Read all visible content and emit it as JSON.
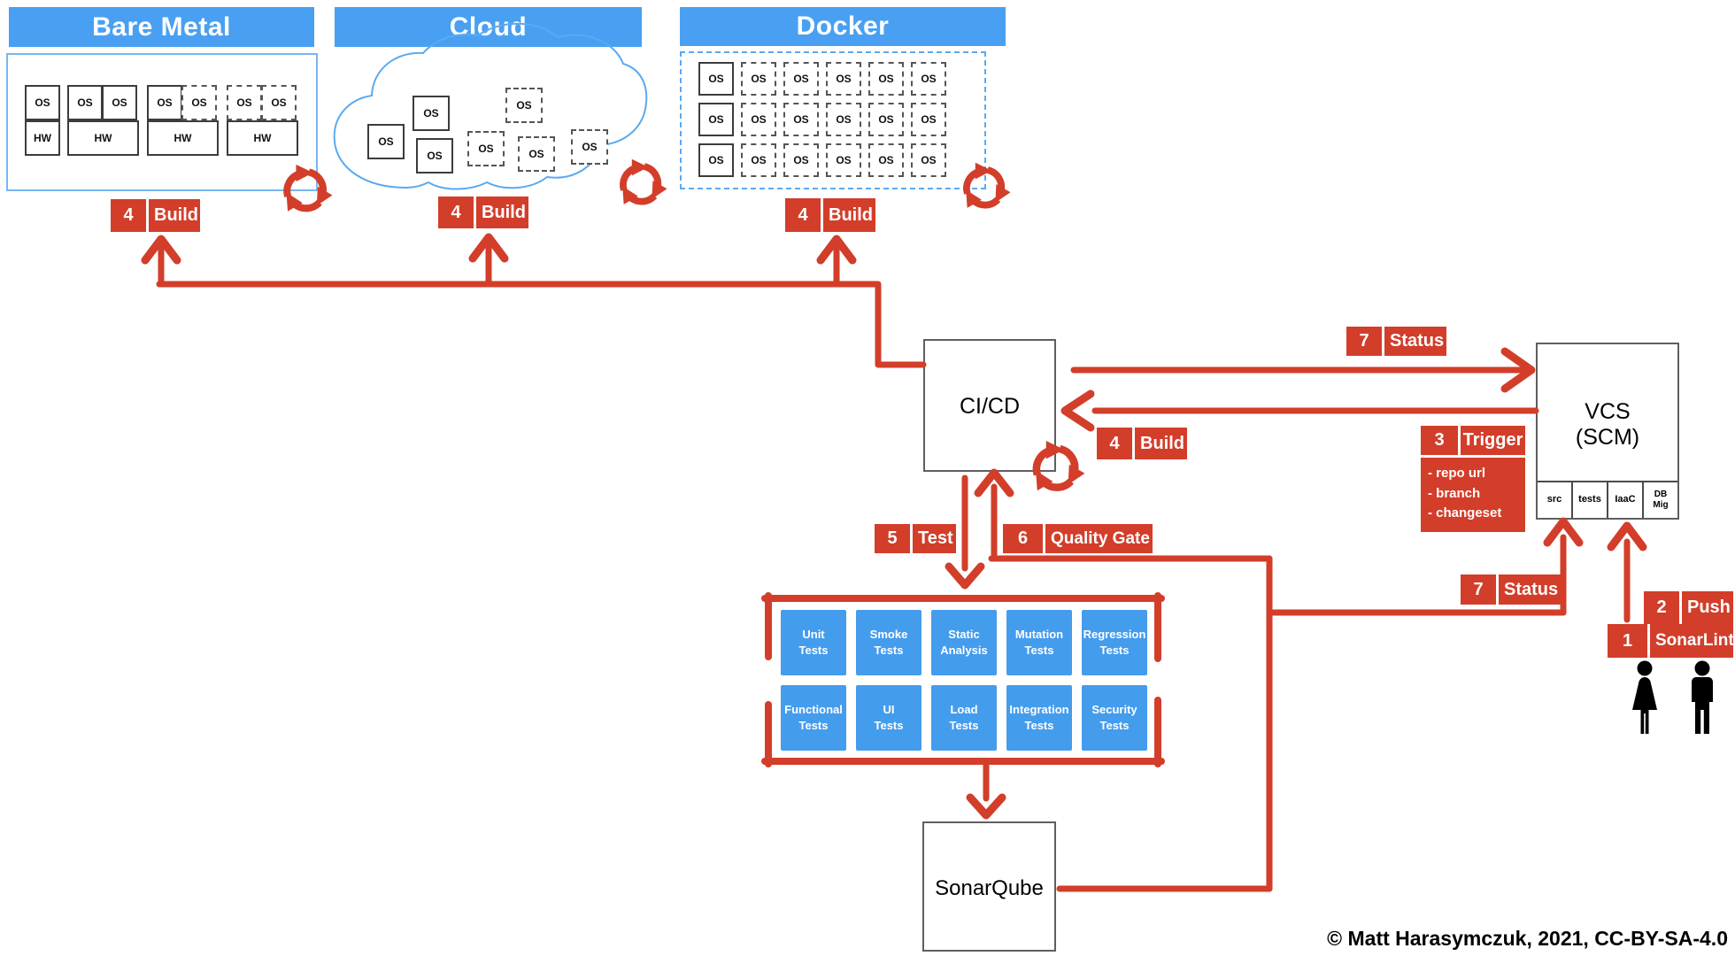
{
  "colors": {
    "red": "#d23e2a",
    "blue_header": "#49a0f2",
    "blue_test_box": "#449ced",
    "light_blue_outline": "#5ba9f0",
    "text_black": "#000000",
    "text_white": "#ffffff"
  },
  "labels": {
    "os": "OS",
    "hw": "HW"
  },
  "platforms": {
    "bare_metal": {
      "title": "Bare Metal"
    },
    "cloud": {
      "title": "Cloud"
    },
    "docker": {
      "title": "Docker"
    }
  },
  "steps": {
    "build": {
      "num": "4",
      "text": "Build"
    },
    "status": {
      "num": "7",
      "text": "Status"
    },
    "trigger": {
      "num": "3",
      "text": "Trigger",
      "details": [
        "- repo url",
        "- branch",
        "- changeset"
      ]
    },
    "test": {
      "num": "5",
      "text": "Test"
    },
    "quality_gate": {
      "num": "6",
      "text": "Quality Gate"
    },
    "push": {
      "num": "2",
      "text": "Push"
    },
    "sonarlint": {
      "num": "1",
      "text": "SonarLint"
    }
  },
  "nodes": {
    "cicd": {
      "label": "CI/CD"
    },
    "vcs": {
      "line1": "VCS",
      "line2": "(SCM)",
      "cells": [
        "src",
        "tests",
        "IaaC"
      ],
      "db_cell": {
        "line1": "DB",
        "line2": "Mig"
      }
    },
    "sonarqube": {
      "label": "SonarQube"
    }
  },
  "tests": {
    "items": [
      {
        "line1": "Unit",
        "line2": "Tests"
      },
      {
        "line1": "Smoke",
        "line2": "Tests"
      },
      {
        "line1": "Static",
        "line2": "Analysis"
      },
      {
        "line1": "Mutation",
        "line2": "Tests"
      },
      {
        "line1": "Regression",
        "line2": "Tests"
      },
      {
        "line1": "Functional",
        "line2": "Tests"
      },
      {
        "line1": "UI",
        "line2": "Tests"
      },
      {
        "line1": "Load",
        "line2": "Tests"
      },
      {
        "line1": "Integration",
        "line2": "Tests"
      },
      {
        "line1": "Security",
        "line2": "Tests"
      }
    ]
  },
  "icons": {
    "recycle": "circular-rebuild-arrows",
    "person_female": "woman-silhouette",
    "person_male": "man-silhouette"
  },
  "footer": {
    "copyright": "© Matt Harasymczuk, 2021, CC-BY-SA-4.0"
  }
}
